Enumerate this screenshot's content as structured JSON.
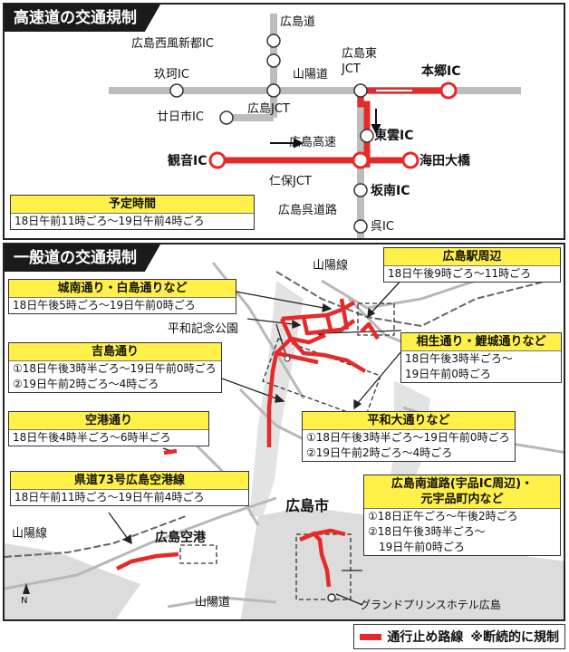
{
  "expressway": {
    "title": "高速道の交通規制",
    "labels": {
      "hiroshima_road": "広島道",
      "nishi_fuu": "広島西風新都IC",
      "kougo": "玖珂IC",
      "sanyo_road": "山陽道",
      "higashi_jct": "広島東\nJCT",
      "hongo": "本郷IC",
      "hatsukaichi": "廿日市IC",
      "hiroshima_jct": "広島JCT",
      "higashi_ic": "東雲IC",
      "kannon": "観音IC",
      "hiroshima_kousoku": "広島高速",
      "kaita": "海田大橋",
      "niho": "仁保JCT",
      "sakanan": "坂南IC",
      "kure_road": "広島呉道路",
      "kure_ic": "呉IC"
    },
    "schedule": {
      "title": "予定時間",
      "text": "18日午前11時ごろ～19日午前4時ごろ"
    }
  },
  "ordinary": {
    "title": "一般道の交通規制",
    "boxes": {
      "station": {
        "title": "広島駅周辺",
        "rows": [
          "18日午後9時ごろ～11時ごろ"
        ]
      },
      "jonan": {
        "title": "城南通り・白島通りなど",
        "rows": [
          "18日午後5時ごろ～19日午前0時ごろ"
        ]
      },
      "aioi": {
        "title": "相生通り・鯉城通りなど",
        "rows": [
          "18日午後3時半ごろ～",
          "19日午前0時ごろ"
        ]
      },
      "yoshijima": {
        "title": "吉島通り",
        "rows": [
          "①18日午後3時半ごろ～19日午前0時ごろ",
          "②19日午前2時ごろ～4時ごろ"
        ]
      },
      "airport_st": {
        "title": "空港通り",
        "rows": [
          "18日午後4時半ごろ～6時半ごろ"
        ]
      },
      "heiwa": {
        "title": "平和大通りなど",
        "rows": [
          "①18日午後3時半ごろ～19日午前0時ごろ",
          "②19日午前2時ごろ～4時ごろ"
        ]
      },
      "route73": {
        "title": "県道73号広島空港線",
        "rows": [
          "18日午前11時ごろ～19日午前4時ごろ"
        ]
      },
      "minami": {
        "title": "広島南道路(宇品IC周辺)・\n元宇品町内など",
        "rows": [
          "①18日正午ごろ～午後2時ごろ",
          "②18日午後3時半ごろ～",
          "　19日午前0時ごろ"
        ]
      }
    },
    "labels": {
      "sanyo_line_top": "山陽線",
      "peace_park": "平和記念公園",
      "city": "広島市",
      "sanyo_line_left": "山陽線",
      "airport": "広島空港",
      "sanyo_road": "山陽道",
      "hotel": "グランドプリンスホテル広島",
      "north": "N"
    }
  },
  "legend": {
    "closed": "通行止め路線",
    "intermittent": "※断続的に規制"
  },
  "colors": {
    "closure": "#e62a2a",
    "road": "#bdbdbd",
    "water": "#d8d8d8",
    "label_bg": "#fff14a"
  }
}
